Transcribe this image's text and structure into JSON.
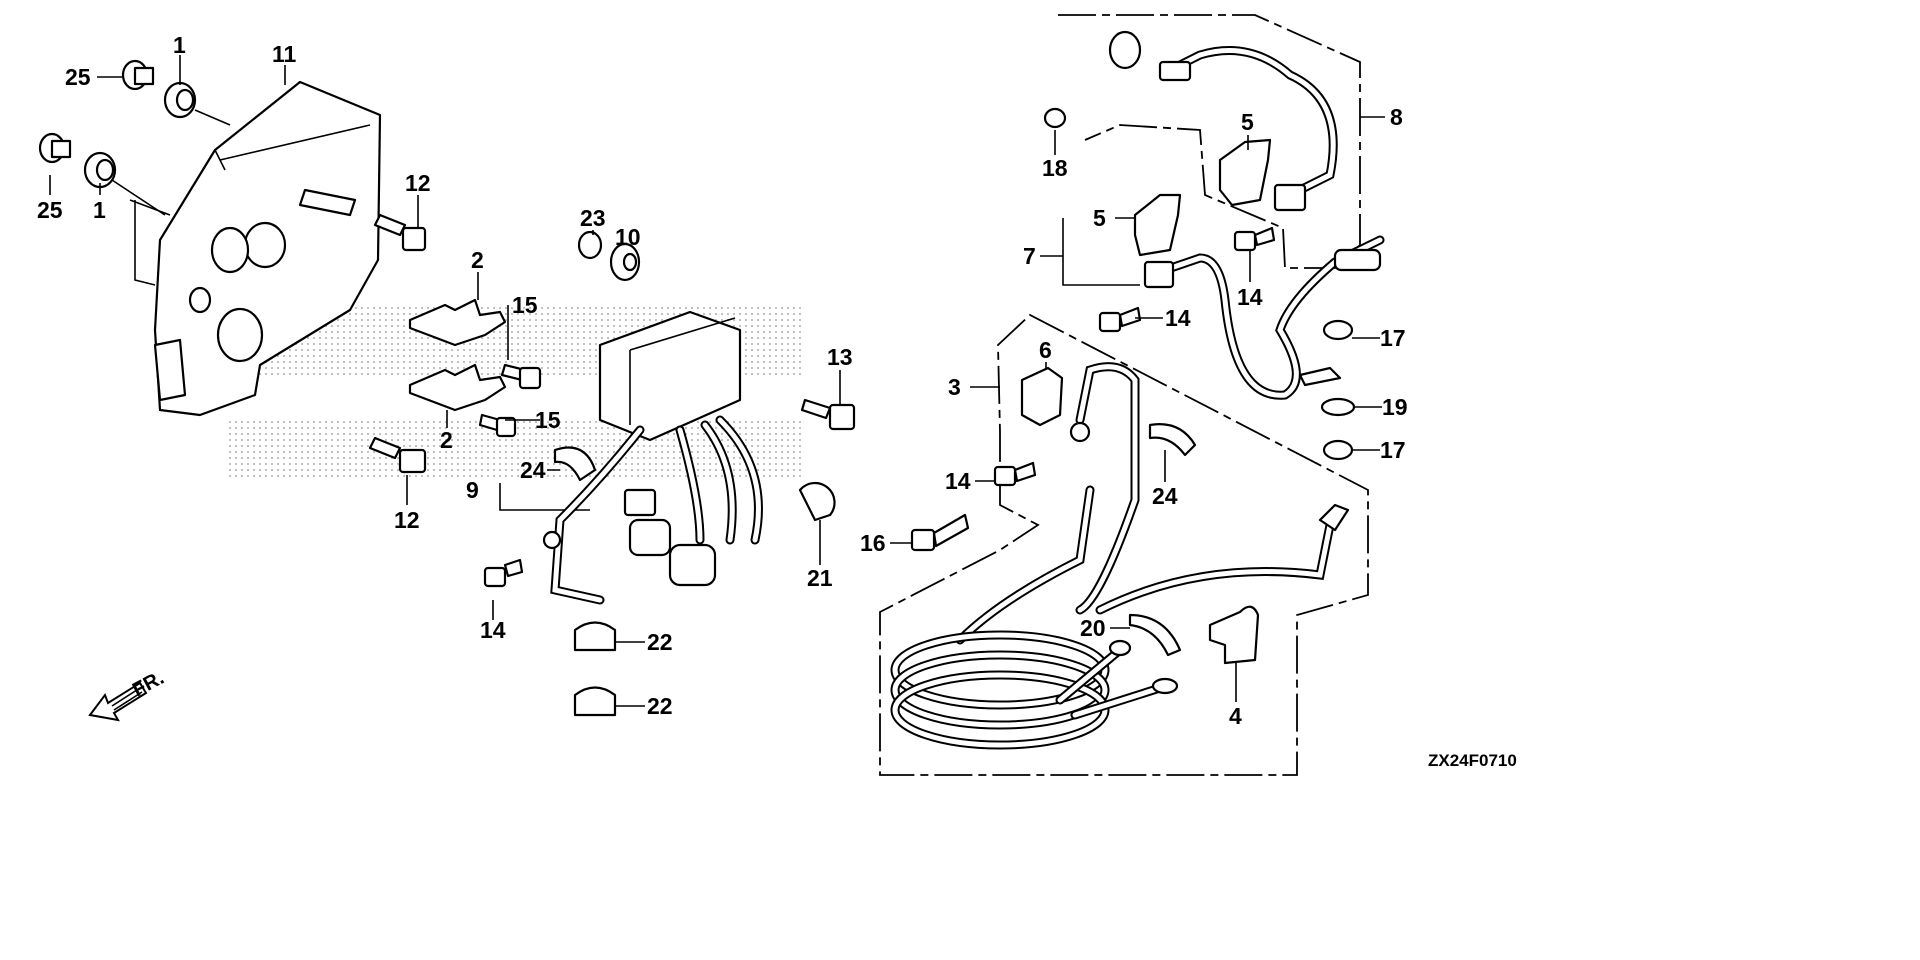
{
  "diagram": {
    "code": "ZX24F0710",
    "front_arrow": "FR.",
    "callouts": [
      "25",
      "1",
      "11",
      "25",
      "1",
      "12",
      "2",
      "15",
      "2",
      "15",
      "12",
      "23",
      "10",
      "13",
      "24",
      "9",
      "14",
      "21",
      "22",
      "22",
      "18",
      "5",
      "8",
      "5",
      "7",
      "14",
      "14",
      "17",
      "19",
      "17",
      "6",
      "3",
      "14",
      "24",
      "16",
      "20",
      "4"
    ],
    "colors": {
      "line": "#000000",
      "background": "#ffffff",
      "watermark": "#999999"
    }
  }
}
